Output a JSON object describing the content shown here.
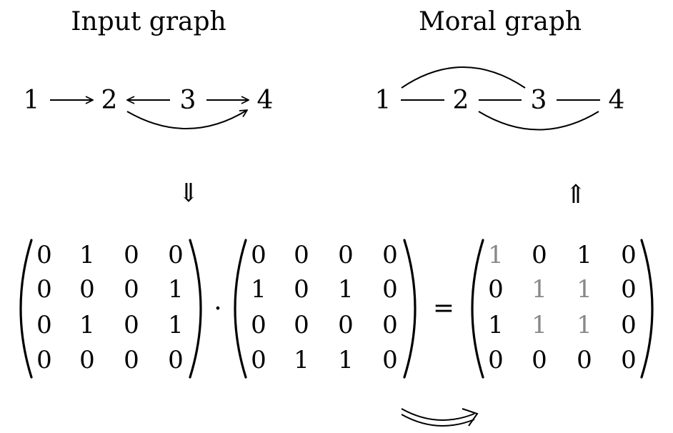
{
  "titles": {
    "input": "Input graph",
    "moral": "Moral graph"
  },
  "input_graph": {
    "nodes": [
      "1",
      "2",
      "3",
      "4"
    ],
    "edges": [
      {
        "from": "1",
        "to": "2",
        "directed": true
      },
      {
        "from": "3",
        "to": "2",
        "directed": true
      },
      {
        "from": "3",
        "to": "4",
        "directed": true
      },
      {
        "from": "2",
        "to": "4",
        "directed": true
      }
    ]
  },
  "moral_graph": {
    "nodes": [
      "1",
      "2",
      "3",
      "4"
    ],
    "edges": [
      {
        "from": "1",
        "to": "2",
        "directed": false
      },
      {
        "from": "2",
        "to": "3",
        "directed": false
      },
      {
        "from": "3",
        "to": "4",
        "directed": false
      },
      {
        "from": "1",
        "to": "3",
        "directed": false
      },
      {
        "from": "2",
        "to": "4",
        "directed": false
      }
    ]
  },
  "arrows": {
    "down": "⇓",
    "up": "⇑"
  },
  "equation": {
    "dot": "·",
    "equals": "=",
    "matrix_a": [
      [
        "0",
        "1",
        "0",
        "0"
      ],
      [
        "0",
        "0",
        "0",
        "1"
      ],
      [
        "0",
        "1",
        "0",
        "1"
      ],
      [
        "0",
        "0",
        "0",
        "0"
      ]
    ],
    "matrix_b": [
      [
        "0",
        "0",
        "0",
        "0"
      ],
      [
        "1",
        "0",
        "1",
        "0"
      ],
      [
        "0",
        "0",
        "0",
        "0"
      ],
      [
        "0",
        "1",
        "1",
        "0"
      ]
    ],
    "matrix_c": [
      [
        "1",
        "0",
        "1",
        "0"
      ],
      [
        "0",
        "1",
        "1",
        "0"
      ],
      [
        "1",
        "1",
        "1",
        "0"
      ],
      [
        "0",
        "0",
        "0",
        "0"
      ]
    ],
    "matrix_c_dimmed": [
      [
        true,
        false,
        false,
        false
      ],
      [
        false,
        true,
        true,
        false
      ],
      [
        false,
        true,
        true,
        false
      ],
      [
        false,
        false,
        false,
        false
      ]
    ]
  },
  "colors": {
    "ink": "#000000",
    "dimmed_entry": "#888888",
    "background": "#ffffff"
  }
}
